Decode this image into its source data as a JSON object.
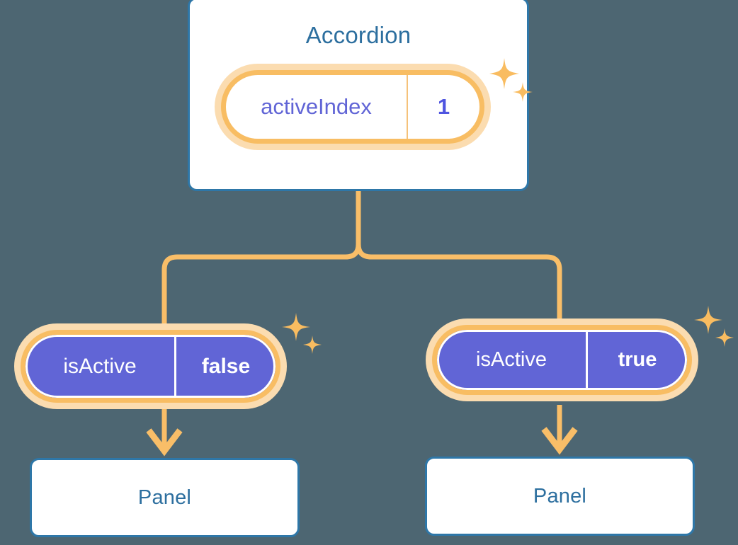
{
  "theme": {
    "background": "#4d6672",
    "card_fill": "#ffffff",
    "card_border": "#2e77a8",
    "card_text": "#2d6f9f",
    "state_border": "#f8bd63",
    "state_glow": "#fbdcb0",
    "state_fill_active": "#6165d6",
    "state_text_on_purple": "#ffffff",
    "state_key_text": "#6165d6",
    "state_value_text": "#4f55e0",
    "connector": "#f9be68",
    "sparkle": "#f9bc60"
  },
  "tree": {
    "root": {
      "component_name": "Accordion",
      "state": {
        "key": "activeIndex",
        "value": "1",
        "variant": "white"
      },
      "sparkle_icon": "sparkle-icon"
    },
    "children": [
      {
        "component_name": "Panel",
        "state": {
          "key": "isActive",
          "value": "false",
          "variant": "purple"
        },
        "sparkle_icon": "sparkle-icon"
      },
      {
        "component_name": "Panel",
        "state": {
          "key": "isActive",
          "value": "true",
          "variant": "purple"
        },
        "sparkle_icon": "sparkle-icon"
      }
    ]
  }
}
